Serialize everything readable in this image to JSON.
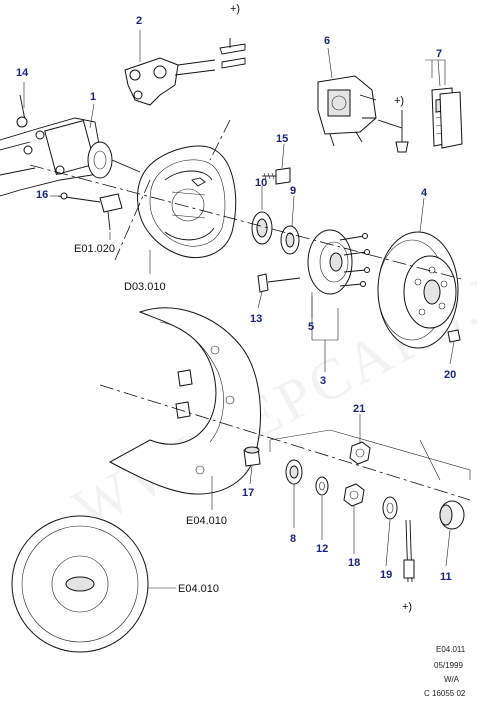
{
  "diagram": {
    "callouts": [
      "1",
      "2",
      "3",
      "4",
      "5",
      "6",
      "7",
      "8",
      "9",
      "10",
      "11",
      "12",
      "13",
      "14",
      "15",
      "16",
      "17",
      "18",
      "19",
      "20",
      "21"
    ],
    "refs": {
      "e01": "E01.020",
      "d03": "D03.010",
      "e04a": "E04.010",
      "e04b": "E04.010"
    },
    "plus_marks": [
      "+)",
      "+)",
      "+)"
    ],
    "watermark": "WWW.EPCARS.RU",
    "footer": {
      "code": "E04.011",
      "date": "05/1999",
      "market": "W/A",
      "catalog": "C 16055 02"
    }
  }
}
